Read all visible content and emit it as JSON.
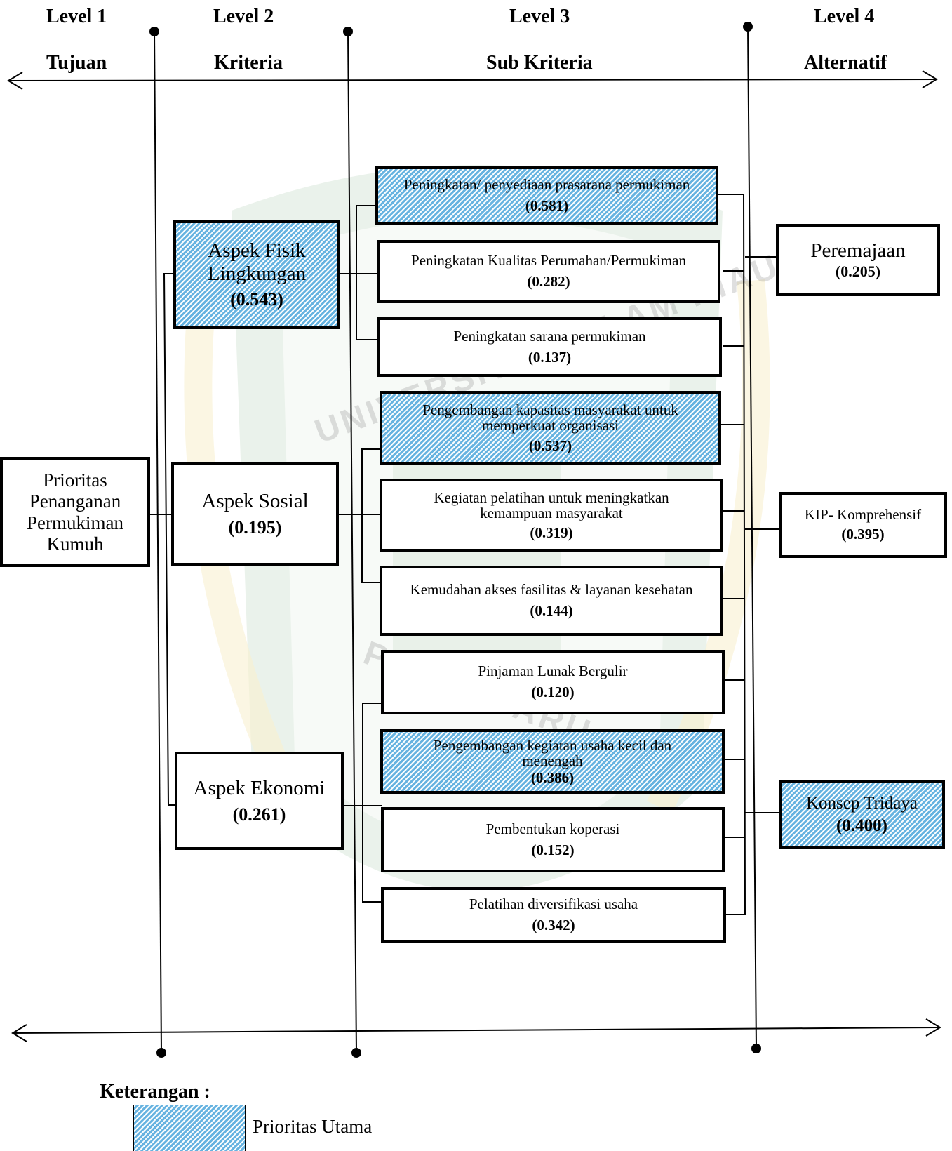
{
  "levels": [
    {
      "level": "Level 1",
      "name": "Tujuan"
    },
    {
      "level": "Level 2",
      "name": "Kriteria"
    },
    {
      "level": "Level 3",
      "name": "Sub Kriteria"
    },
    {
      "level": "Level 4",
      "name": "Alternatif"
    }
  ],
  "goal": {
    "label": "Prioritas Penanganan Permukiman Kumuh"
  },
  "criteria": [
    {
      "label": "Aspek Fisik Lingkungan",
      "weight": "(0.543)",
      "priority": true
    },
    {
      "label": "Aspek Sosial",
      "weight": "(0.195)",
      "priority": false
    },
    {
      "label": "Aspek Ekonomi",
      "weight": "(0.261)",
      "priority": false
    }
  ],
  "subcriteria": [
    {
      "label": "Peningkatan/ penyediaan prasarana permukiman",
      "weight": "(0.581)",
      "priority": true
    },
    {
      "label": "Peningkatan Kualitas Perumahan/Permukiman",
      "weight": "(0.282)",
      "priority": false
    },
    {
      "label": "Peningkatan sarana permukiman",
      "weight": "(0.137)",
      "priority": false
    },
    {
      "label": "Pengembangan kapasitas masyarakat untuk memperkuat organisasi",
      "weight": "(0.537)",
      "priority": true
    },
    {
      "label": "Kegiatan pelatihan untuk meningkatkan kemampuan masyarakat",
      "weight": "(0.319)",
      "priority": false
    },
    {
      "label": "Kemudahan akses fasilitas & layanan kesehatan",
      "weight": "(0.144)",
      "priority": false
    },
    {
      "label": "Pinjaman Lunak Bergulir",
      "weight": "(0.120)",
      "priority": false
    },
    {
      "label": "Pengembangan kegiatan usaha kecil dan menengah",
      "weight": "(0.386)",
      "priority": true
    },
    {
      "label": "Pembentukan koperasi",
      "weight": "(0.152)",
      "priority": false
    },
    {
      "label": "Pelatihan diversifikasi usaha",
      "weight": "(0.342)",
      "priority": false
    }
  ],
  "alternatives": [
    {
      "label": "Peremajaan",
      "weight": "(0.205)",
      "priority": false
    },
    {
      "label": "KIP- Komprehensif",
      "weight": "(0.395)",
      "priority": false
    },
    {
      "label": "Konsep Tridaya",
      "weight": "(0.400)",
      "priority": true
    }
  ],
  "legend": {
    "title": "Keterangan :",
    "item": "Prioritas Utama"
  },
  "colors": {
    "highlight": "#56AADC",
    "line": "#000000",
    "watermark_green": "#2e7d32",
    "watermark_gold": "#e0b400"
  },
  "watermark_text": {
    "top": "UNIVERSITAS ISLAM RIAU",
    "bottom": "PEKANBARU"
  }
}
